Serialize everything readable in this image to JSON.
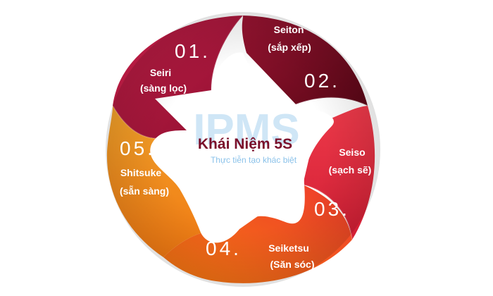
{
  "center": {
    "title": "Khái Niệm 5S"
  },
  "watermark": {
    "logo": "IPMS",
    "tagline": "Thực tiễn tạo khác biệt"
  },
  "steps": [
    {
      "number": "01.",
      "name": "Seiri",
      "meaning": "(sàng lọc)",
      "color": "#a8143c"
    },
    {
      "number": "02.",
      "name": "Seiton",
      "meaning": "(sắp xếp)",
      "color": "#7d0c24"
    },
    {
      "number": "03.",
      "name": "Seiso",
      "meaning": "(sạch sẽ)",
      "color": "#e0293e"
    },
    {
      "number": "04.",
      "name": "Seiketsu",
      "meaning": "(Săn sóc)",
      "color": "#f2630f"
    },
    {
      "number": "05.",
      "name": "Shitsuke",
      "meaning": "(sẵn sàng)",
      "color": "#f59a1e"
    }
  ]
}
